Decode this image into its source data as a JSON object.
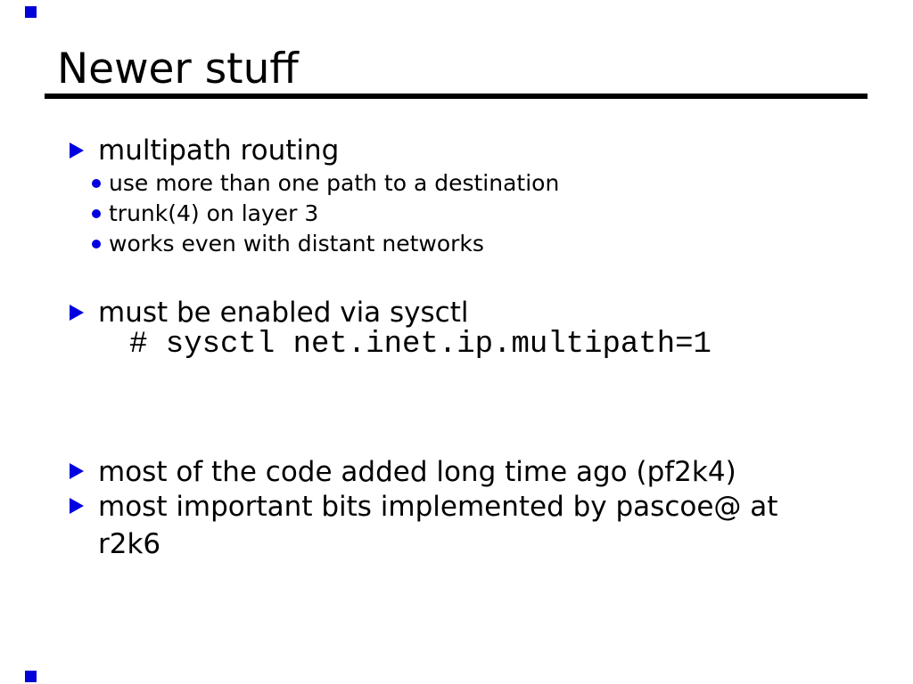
{
  "slide": {
    "title": "Newer stuff",
    "sections": {
      "multipath": {
        "heading": "multipath routing",
        "items": [
          "use more than one path to a destination",
          "trunk(4) on layer 3",
          "works even with distant networks"
        ]
      },
      "sysctl": {
        "heading": "must be enabled via sysctl",
        "command": "# sysctl net.inet.ip.multipath=1"
      },
      "history": {
        "line1": "most of the code added long time ago (pf2k4)",
        "line2": "most important bits implemented by pascoe@ at\nr2k6"
      }
    }
  },
  "colors": {
    "bullet_blue": "#0000e0",
    "corner_blue": "#0000d8",
    "text": "#000000",
    "background": "#ffffff",
    "underline": "#000000"
  }
}
